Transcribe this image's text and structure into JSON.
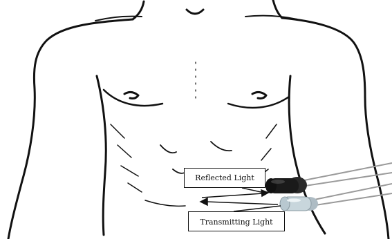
{
  "labels": {
    "reflected": "Reflected Light",
    "transmitting": "Transmitting Light"
  },
  "colors": {
    "line": "#111111",
    "sensor_dark": "#1a1a1a",
    "sensor_clear": "#c8d6dc",
    "lead": "#9a9a9a"
  },
  "icons": {
    "torso": "human-torso-line-drawing",
    "receiver": "dark-infrared-receiver",
    "emitter": "clear-infrared-led"
  }
}
